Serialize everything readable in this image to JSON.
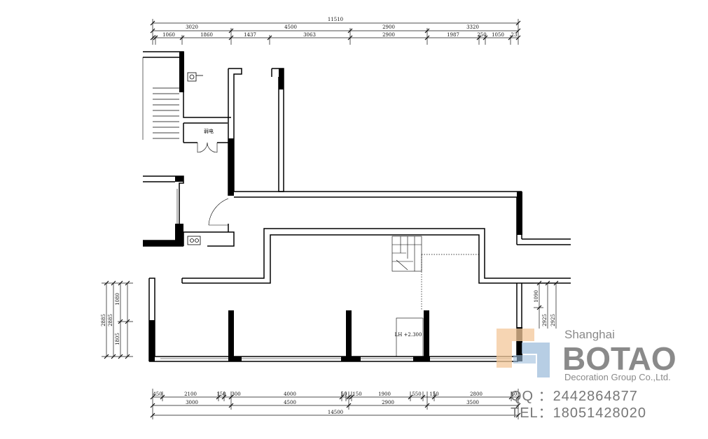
{
  "dimensions": {
    "top_total": "11510",
    "top_row1": [
      "3020",
      "4500",
      "2900",
      "3320"
    ],
    "top_row2": [
      "1060",
      "1860",
      "1437",
      "3063",
      "2900",
      "1987",
      "250",
      "1050",
      "23"
    ],
    "bottom_row1": [
      "450",
      "2100",
      "150",
      "300",
      "4000",
      "50",
      "150",
      "1900",
      "550",
      "150",
      "2800",
      "80"
    ],
    "bottom_row2": [
      "3000",
      "4500",
      "2900",
      "3500"
    ],
    "bottom_total": "14500",
    "left": [
      "2885",
      "2885",
      "1805",
      "1080"
    ],
    "right": [
      "1090",
      "2925",
      "2925"
    ]
  },
  "room_labels": {
    "utility": "弱电",
    "stair_level": "LH +2.300"
  },
  "watermark": {
    "city": "Shanghai",
    "brand": "BOTAO",
    "subtitle": "Decoration Group Co.,Ltd.",
    "qq": "QQ ：2442864877",
    "tel": "TEL：18051428020"
  },
  "colors": {
    "wall": "#000000",
    "dimension_line": "#111111",
    "logo_orange": "#f3c89a",
    "logo_blue": "#9fbedc",
    "watermark_text": "#8a8a8a"
  }
}
